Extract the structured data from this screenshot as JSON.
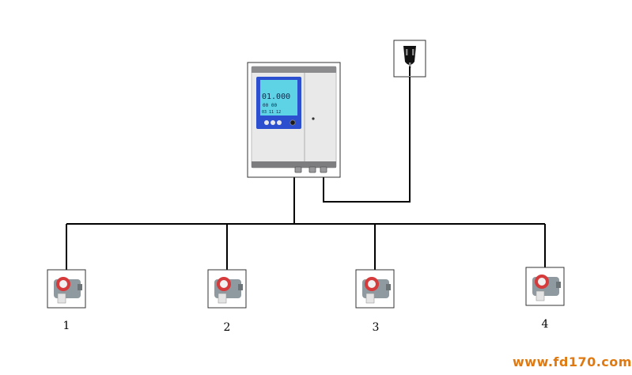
{
  "controller": {
    "display_reading": "01.000",
    "display_line2": "00  00",
    "display_line3": "03  11  12",
    "screen_color": "#5fd3e6",
    "bezel_color": "#2c4fd0"
  },
  "plug_icon": "power-plug-icon",
  "detectors": [
    {
      "label": "1"
    },
    {
      "label": "2"
    },
    {
      "label": "3"
    },
    {
      "label": "4"
    }
  ],
  "detector_icon": "gas-detector-icon",
  "watermark": "www.fd170.com",
  "colors": {
    "line": "#000000",
    "watermark": "#e07a10",
    "detector_ring": "#d63a3a"
  }
}
